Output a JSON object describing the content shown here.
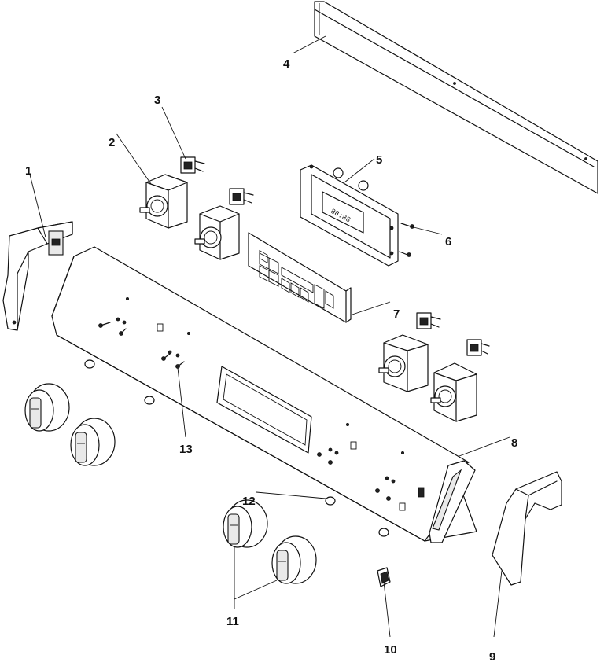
{
  "callouts": [
    {
      "id": "1",
      "label": "1"
    },
    {
      "id": "2",
      "label": "2"
    },
    {
      "id": "3",
      "label": "3"
    },
    {
      "id": "4",
      "label": "4"
    },
    {
      "id": "5",
      "label": "5"
    },
    {
      "id": "6",
      "label": "6"
    },
    {
      "id": "7",
      "label": "7"
    },
    {
      "id": "8",
      "label": "8"
    },
    {
      "id": "9",
      "label": "9"
    },
    {
      "id": "10",
      "label": "10"
    },
    {
      "id": "11",
      "label": "11"
    },
    {
      "id": "12",
      "label": "12"
    },
    {
      "id": "13",
      "label": "13"
    }
  ],
  "display": {
    "readout": "88:88"
  }
}
